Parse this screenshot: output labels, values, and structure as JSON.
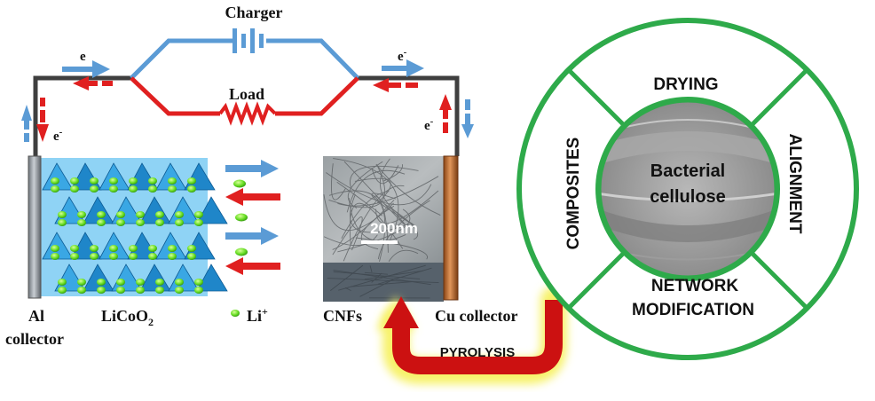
{
  "circuit": {
    "charger_label": "Charger",
    "load_label": "Load",
    "electron_label": "e",
    "electron_minus_label": "e",
    "minus_sup": "-"
  },
  "battery": {
    "al_label_line1": "Al",
    "al_label_line2": "collector",
    "cathode_label_main": "LiCoO",
    "cathode_label_sub": "2",
    "li_label_main": "Li",
    "li_label_sup": "+",
    "cnf_label": "CNFs",
    "cu_label": "Cu collector",
    "scale_bar_label": "200nm"
  },
  "process": {
    "pyrolysis_label": "PYROLYSIS"
  },
  "wheel": {
    "center_line1": "Bacterial",
    "center_line2": "cellulose",
    "top": "DRYING",
    "left": "COMPOSITES",
    "right": "ALIGNMENT",
    "bottom_line1": "NETWORK",
    "bottom_line2": "MODIFICATION"
  },
  "colors": {
    "charge_blue": "#5b9bd5",
    "discharge_red": "#e02020",
    "wheel_green": "#2eaa4a",
    "wire_gray": "#3f3f3f",
    "copper": "#b5652b",
    "aluminum": "#8a9096",
    "crystal_blue": "#38a8e0",
    "lithium_green": "#66dd22",
    "pyrolysis_glow": "#f7f26a",
    "pyrolysis_arrow": "#cc1111"
  }
}
